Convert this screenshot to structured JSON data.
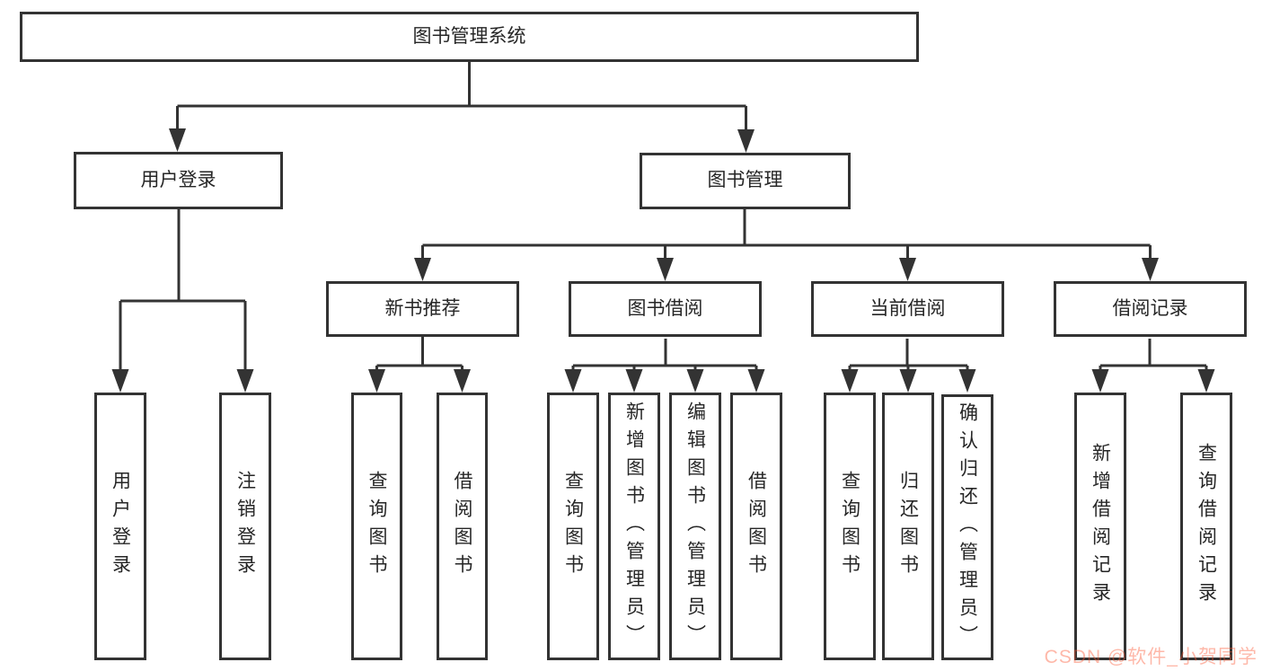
{
  "tree": {
    "root": "图书管理系统",
    "branches": [
      {
        "label": "用户登录",
        "leaves": [
          "用户登录",
          "注销登录"
        ]
      },
      {
        "label": "图书管理",
        "groups": [
          {
            "label": "新书推荐",
            "leaves": [
              "查询图书",
              "借阅图书"
            ]
          },
          {
            "label": "图书借阅",
            "leaves": [
              "查询图书",
              "新增图书（管理员）",
              "编辑图书（管理员）",
              "借阅图书"
            ]
          },
          {
            "label": "当前借阅",
            "leaves": [
              "查询图书",
              "归还图书",
              "确认归还（管理员）"
            ]
          },
          {
            "label": "借阅记录",
            "leaves": [
              "新增借阅记录",
              "查询借阅记录"
            ]
          }
        ]
      }
    ]
  },
  "watermark": {
    "text": "CSDN @软件_小贺同学",
    "color": "#fc5531"
  },
  "colors": {
    "background": "#ffffff",
    "box_border": "#333333",
    "line": "#333333",
    "text": "#262626"
  }
}
